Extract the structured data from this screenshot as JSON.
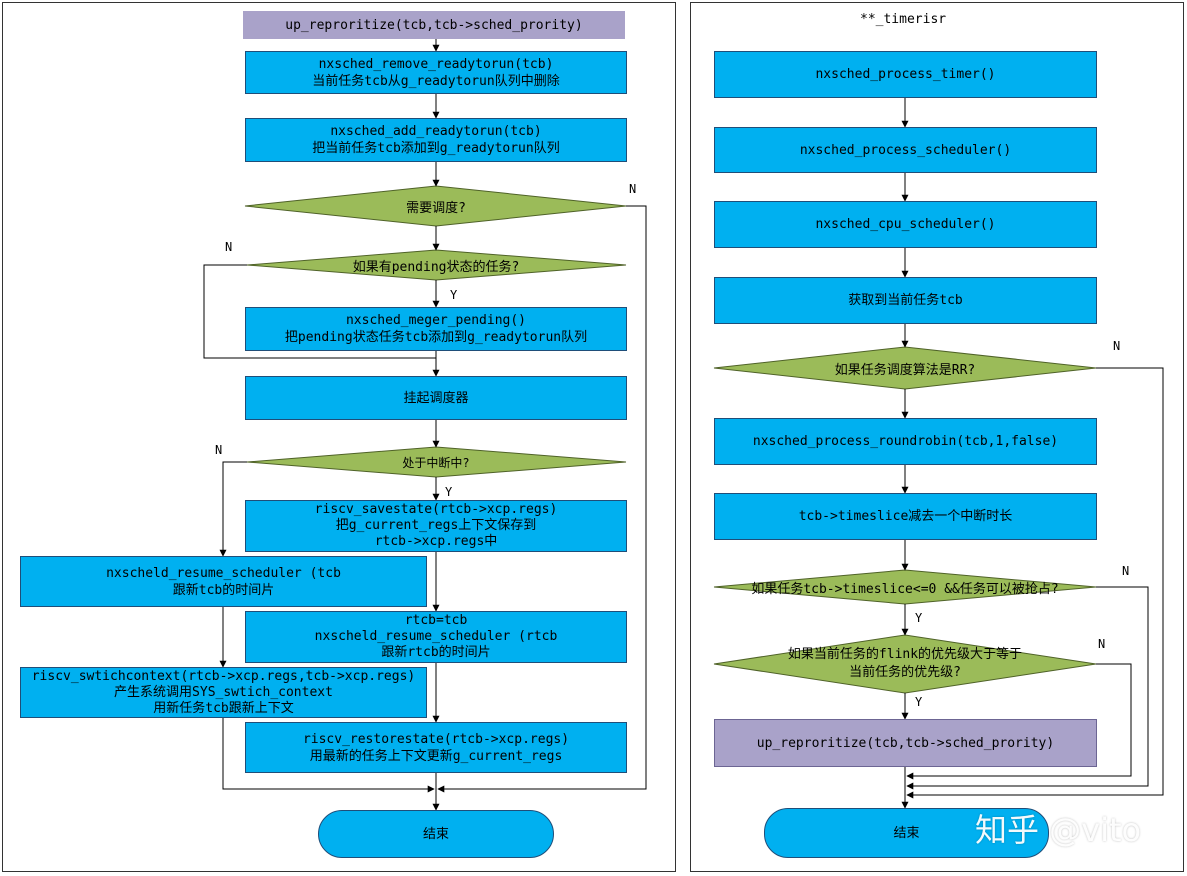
{
  "left": {
    "title": "up_reproritize(tcb,tcb->sched_prority)",
    "remove_readytorun": [
      "nxsched_remove_readytorun(tcb)",
      "当前任务tcb从g_readytorun队列中删除"
    ],
    "add_readytorun": [
      "nxsched_add_readytorun(tcb)",
      "把当前任务tcb添加到g_readytorun队列"
    ],
    "need_schedule": "需要调度?",
    "has_pending": "如果有pending状态的任务?",
    "merge_pending": [
      "nxsched_meger_pending()",
      "把pending状态任务tcb添加到g_readytorun队列"
    ],
    "suspend_scheduler": "挂起调度器",
    "in_interrupt": "处于中断中?",
    "savestate": [
      "riscv_savestate(rtcb->xcp.regs)",
      "把g_current_regs上下文保存到",
      "rtcb->xcp.regs中"
    ],
    "resume_scheduler_a": [
      "nxscheld_resume_scheduler (tcb",
      "跟新tcb的时间片"
    ],
    "resume_scheduler_b": [
      "rtcb=tcb",
      "nxscheld_resume_scheduler (rtcb",
      "跟新rtcb的时间片"
    ],
    "switch_context": [
      "riscv_swtichcontext(rtcb->xcp.regs,tcb->xcp.regs)",
      "产生系统调用SYS_swtich_context",
      "用新任务tcb跟新上下文"
    ],
    "restorestate": [
      "riscv_restorestate(rtcb->xcp.regs)",
      "用最新的任务上下文更新g_current_regs"
    ],
    "end": "结束"
  },
  "right": {
    "title": "**_timerisr",
    "process_timer": "nxsched_process_timer()",
    "process_scheduler": "nxsched_process_scheduler()",
    "cpu_scheduler": "nxsched_cpu_scheduler()",
    "get_current_task": "获取到当前任务tcb",
    "is_rr": "如果任务调度算法是RR?",
    "process_roundrobin": "nxsched_process_roundrobin(tcb,1,false)",
    "timeslice_decrease": "tcb->timeslice减去一个中断时长",
    "timeslice_check": "如果任务tcb->timeslice<=0 &&任务可以被抢占?",
    "priority_check": [
      "如果当前任务的flink的优先级大于等于",
      "当前任务的优先级?"
    ],
    "reprioritize": "up_reproritize(tcb,tcb->sched_prority)",
    "end": "结束"
  },
  "labels": {
    "yes": "Y",
    "no": "N"
  },
  "watermark": "知乎 @vito",
  "colors": {
    "process": "#00b0f0",
    "decision": "#9bbb59",
    "purple": "#a9a2c9",
    "line": "#000000"
  }
}
